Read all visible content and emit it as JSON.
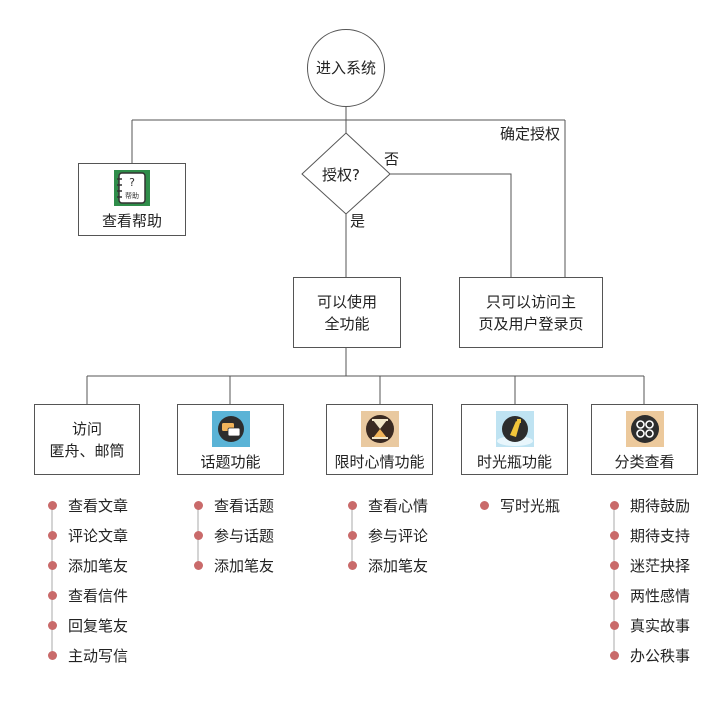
{
  "start": {
    "label": "进入系统"
  },
  "decision": {
    "label": "授权?"
  },
  "edges": {
    "no": "否",
    "yes": "是",
    "confirm": "确定授权"
  },
  "help": {
    "label": "查看帮助",
    "icon_text": "帮助",
    "icon": "help-notebook-icon"
  },
  "full": {
    "lines": [
      "可以使用",
      "全功能"
    ]
  },
  "limited": {
    "lines": [
      "只可以访问主",
      "页及用户登录页"
    ]
  },
  "modules": [
    {
      "title_lines": [
        "访问",
        "匿舟、邮筒"
      ],
      "icon": "",
      "items": [
        "查看文章",
        "评论文章",
        "添加笔友",
        "查看信件",
        "回复笔友",
        "主动写信"
      ]
    },
    {
      "title_lines": [
        "话题功能"
      ],
      "icon": "chat-bubbles-icon",
      "items": [
        "查看话题",
        "参与话题",
        "添加笔友"
      ]
    },
    {
      "title_lines": [
        "限时心情功能"
      ],
      "icon": "hourglass-icon",
      "items": [
        "查看心情",
        "参与评论",
        "添加笔友"
      ]
    },
    {
      "title_lines": [
        "时光瓶功能"
      ],
      "icon": "time-bottle-icon",
      "items": [
        "写时光瓶"
      ]
    },
    {
      "title_lines": [
        "分类查看"
      ],
      "icon": "category-grid-icon",
      "items": [
        "期待鼓励",
        "期待支持",
        "迷茫抉择",
        "两性感情",
        "真实故事",
        "办公秩事"
      ]
    }
  ],
  "colors": {
    "bullet": "#c96a6a",
    "line": "#555555",
    "border": "#555555"
  }
}
